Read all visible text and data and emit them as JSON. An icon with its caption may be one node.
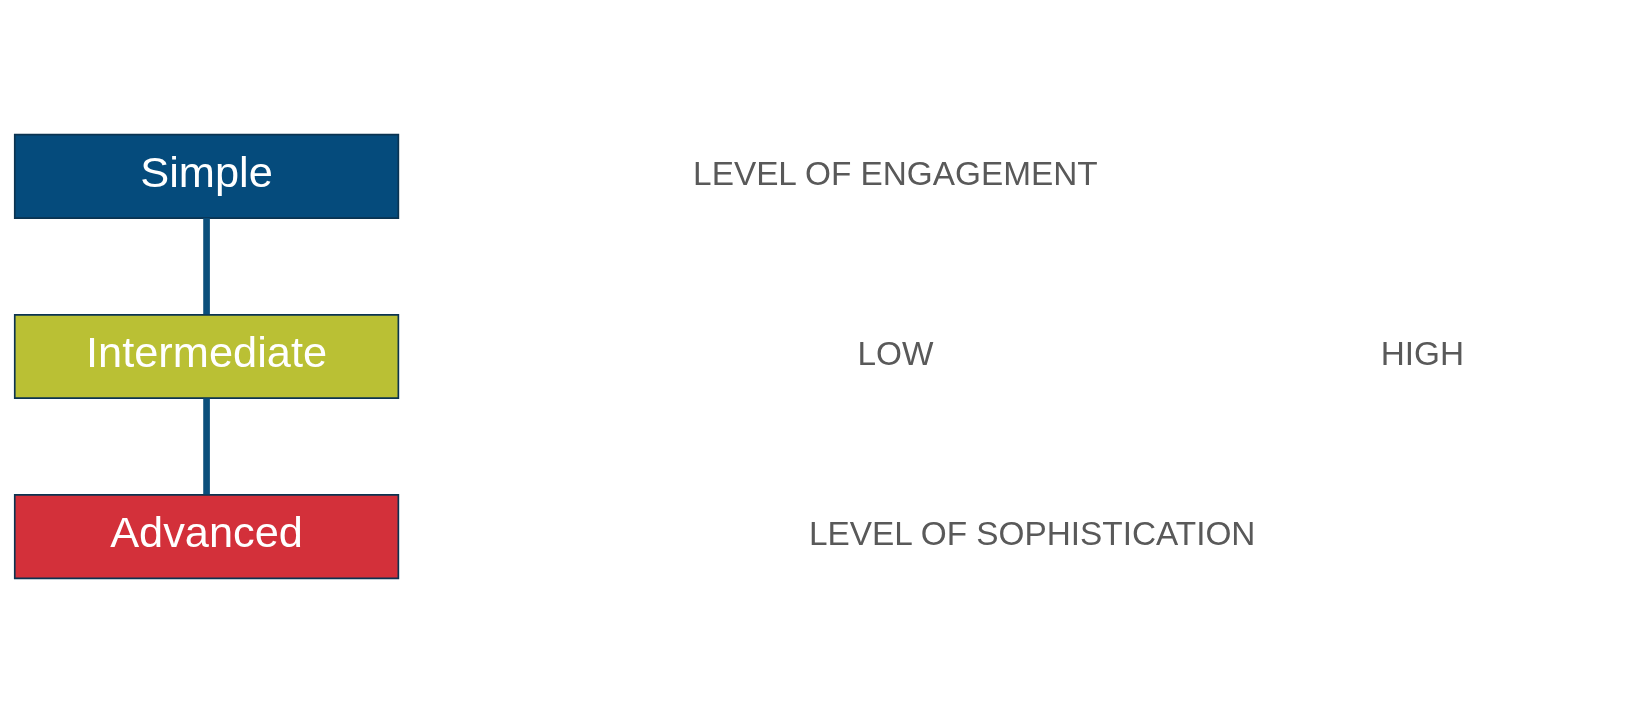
{
  "diagram": {
    "nodes": [
      {
        "text": [
          "Simple"
        ]
      },
      {
        "text": [
          "Intermediate"
        ]
      },
      {
        "text": [
          "Advanced"
        ]
      }
    ],
    "edges": [
      {
        "from": 0,
        "to": 1,
        "arrow": "none"
      },
      {
        "from": 1,
        "to": 2,
        "arrow": "none"
      }
    ],
    "labels": [
      "LEVEL OF ENGAGEMENT",
      "LOW",
      "HIGH",
      "LEVEL OF SOPHISTICATION"
    ]
  }
}
